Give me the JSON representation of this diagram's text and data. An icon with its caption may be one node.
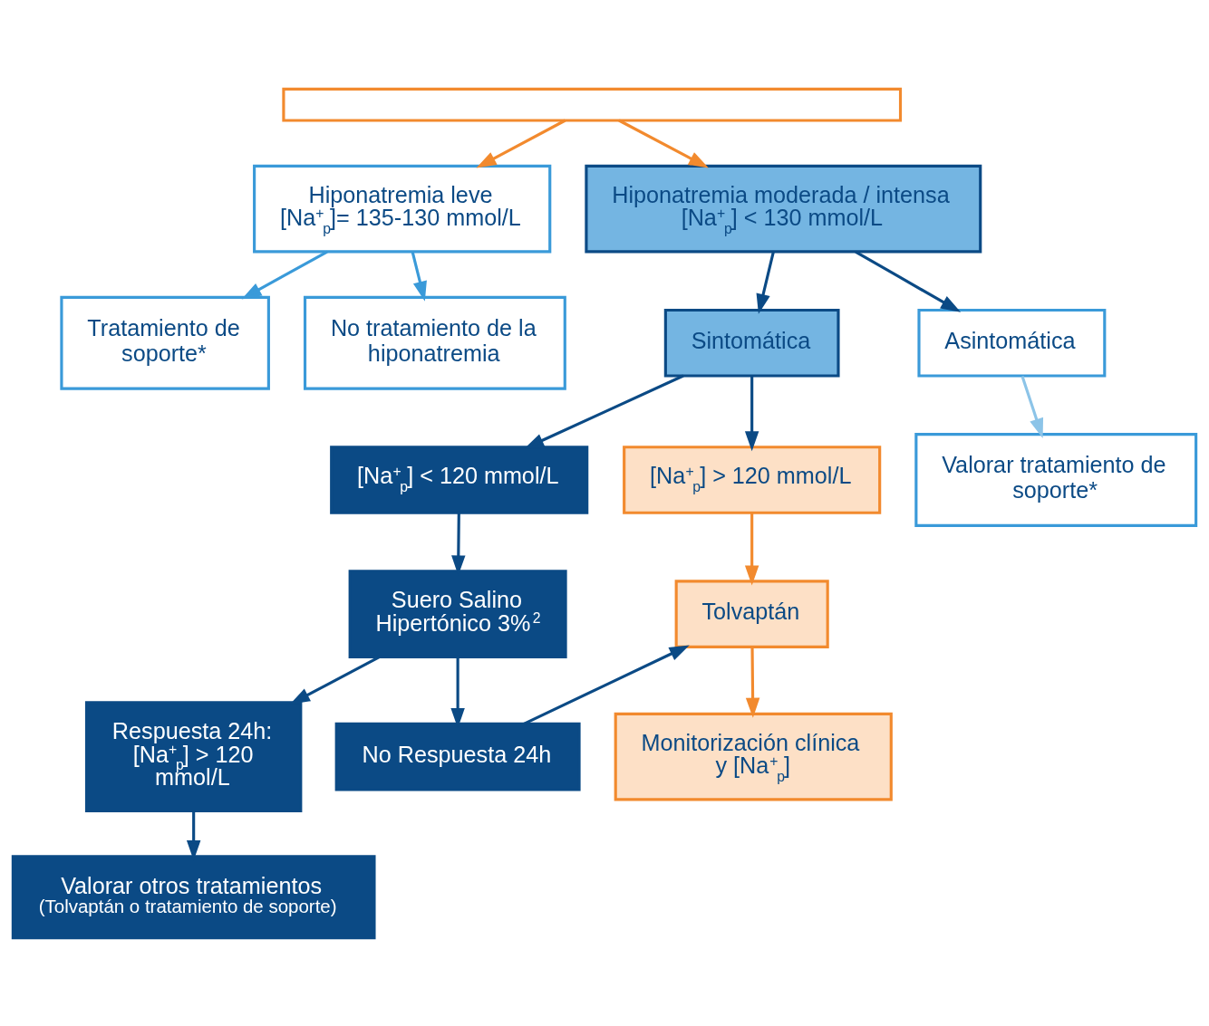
{
  "diagram": {
    "nodes": [
      {
        "text": [],
        "shape": "box"
      },
      {
        "text": [
          "Hiponatremia leve",
          "[Na$^{+}$$_{p}$]= 135-130 mmol/L"
        ]
      },
      {
        "text": [
          "Hiponatremia moderada / intensa",
          "[Na$^{+}$$_{p}$] < 130 mmol/L"
        ]
      },
      {
        "text": [
          "Tratamiento de soporte*"
        ]
      },
      {
        "text": [
          "No tratamiento de la hiponatremia"
        ]
      },
      {
        "text": [
          "Sintomática"
        ]
      },
      {
        "text": [
          "Asintomática"
        ]
      },
      {
        "text": [
          "[Na$^{+}$$_{p}$] < 120 mmol/L"
        ]
      },
      {
        "text": [
          "[Na$^{+}$$_{p}$] > 120 mmol/L"
        ]
      },
      {
        "text": [
          "Valorar tratamiento de soporte*"
        ]
      },
      {
        "text": [
          "Suero Salino Hipertónico 3%$^{2}$"
        ]
      },
      {
        "text": [
          "Tolvaptán"
        ]
      },
      {
        "text": [
          "Respuesta 24h: [Na$^{+}$$_{p}$] > 120 mmol/L"
        ]
      },
      {
        "text": [
          "No Respuesta 24h"
        ]
      },
      {
        "text": [
          "Monitorización clínica y [Na$^{+}$$_{p}$]"
        ]
      },
      {
        "text": [
          "Valorar otros tratamientos",
          "(Tolvaptán o tratamiento de soporte)"
        ]
      }
    ],
    "edges": [
      {
        "from": 0,
        "to": 1,
        "arrow": "to",
        "color": "#f28a2e"
      },
      {
        "from": 0,
        "to": 2,
        "arrow": "to",
        "color": "#f28a2e"
      },
      {
        "from": 1,
        "to": 3,
        "arrow": "to",
        "color": "#3a9ad9"
      },
      {
        "from": 1,
        "to": 4,
        "arrow": "to",
        "color": "#3a9ad9"
      },
      {
        "from": 2,
        "to": 5,
        "arrow": "to"
      },
      {
        "from": 2,
        "to": 6,
        "arrow": "to"
      },
      {
        "from": 5,
        "to": 7,
        "arrow": "to"
      },
      {
        "from": 5,
        "to": 8,
        "arrow": "to"
      },
      {
        "from": 6,
        "to": 9,
        "arrow": "to",
        "color": "#8cc4e8"
      },
      {
        "from": 7,
        "to": 10,
        "arrow": "to"
      },
      {
        "from": 8,
        "to": 11,
        "arrow": "to",
        "color": "#f28a2e"
      },
      {
        "from": 10,
        "to": 12,
        "arrow": "to"
      },
      {
        "from": 10,
        "to": 13,
        "arrow": "to"
      },
      {
        "from": 13,
        "to": 11,
        "arrow": "to"
      },
      {
        "from": 11,
        "to": 14,
        "arrow": "to",
        "color": "#f28a2e"
      },
      {
        "from": 12,
        "to": 15,
        "arrow": "to"
      }
    ]
  }
}
